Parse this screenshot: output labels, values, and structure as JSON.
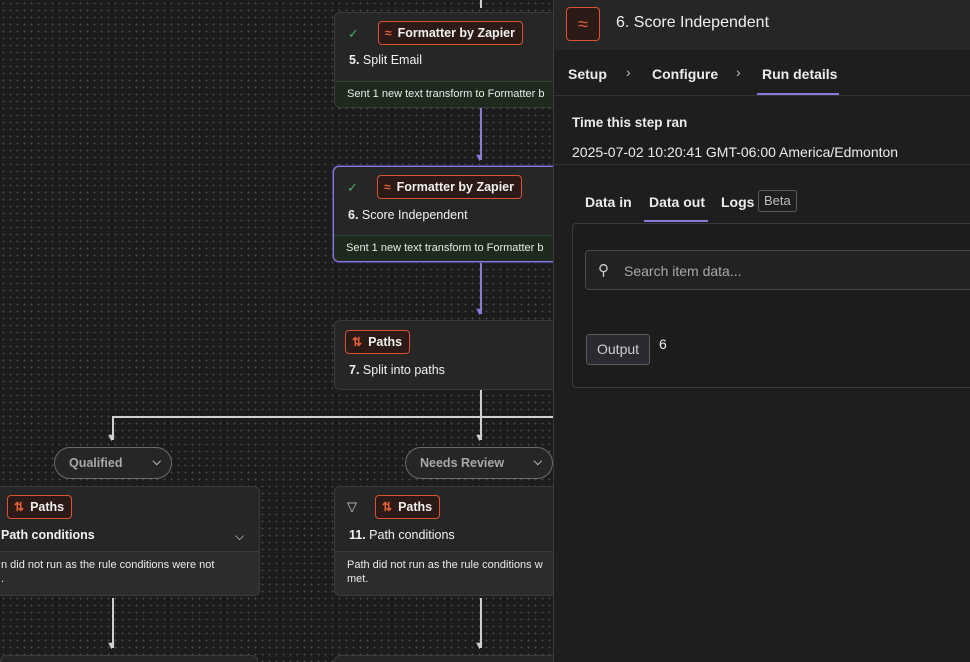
{
  "canvas": {
    "nodes": [
      {
        "badge": "Formatter by Zapier",
        "step": "5.",
        "name": "Split Email",
        "footer": "Sent 1 new text transform to Formatter b"
      },
      {
        "badge": "Formatter by Zapier",
        "step": "6.",
        "name": "Score Independent",
        "footer": "Sent 1 new text transform to Formatter b"
      },
      {
        "badge": "Paths",
        "step": "7.",
        "name": "Split into paths"
      },
      {
        "badge": "Paths",
        "step": "",
        "name": "Path conditions",
        "footer_line1": "n did not run as the rule conditions were not",
        "footer_line2": "."
      },
      {
        "badge": "Paths",
        "step": "11.",
        "name": "Path conditions",
        "footer_line1": "Path did not run as the rule conditions w",
        "footer_line2": "met."
      }
    ],
    "path_labels": [
      "Qualified",
      "Needs Review"
    ]
  },
  "panel": {
    "title": "6. Score Independent",
    "breadcrumbs": [
      "Setup",
      "Configure",
      "Run details"
    ],
    "time_label": "Time this step ran",
    "time_value": "2025-07-02 10:20:41 GMT-06:00 America/Edmonton",
    "tabs": [
      "Data in",
      "Data out",
      "Logs"
    ],
    "beta": "Beta",
    "search_placeholder": "Search item data...",
    "output_key": "Output",
    "output_value": "6"
  },
  "colors": {
    "accent": "#8a7bd8",
    "brand": "#d9532f",
    "success": "#3fb36b"
  }
}
